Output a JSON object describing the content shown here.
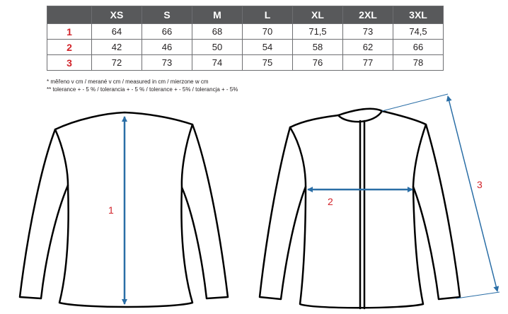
{
  "table": {
    "headers": [
      "",
      "XS",
      "S",
      "M",
      "L",
      "XL",
      "2XL",
      "3XL"
    ],
    "rows": [
      {
        "label": "1",
        "values": [
          "64",
          "66",
          "68",
          "70",
          "71,5",
          "73",
          "74,5"
        ]
      },
      {
        "label": "2",
        "values": [
          "42",
          "46",
          "50",
          "54",
          "58",
          "62",
          "66"
        ]
      },
      {
        "label": "3",
        "values": [
          "72",
          "73",
          "74",
          "75",
          "76",
          "77",
          "78"
        ]
      }
    ]
  },
  "notes": {
    "measured": "* měřeno v cm / merané v cm / measured in cm / mierzone w cm",
    "tolerance": "** tolerance + - 5 % / tolerancia + - 5 % / tolerance + - 5% / tolerancja + - 5%"
  },
  "diagram": {
    "labels": {
      "length": "1",
      "chest": "2",
      "sleeve": "3"
    },
    "colors": {
      "arrow": "#2a6ea6",
      "label": "#d2232a",
      "outline": "#000000"
    }
  }
}
